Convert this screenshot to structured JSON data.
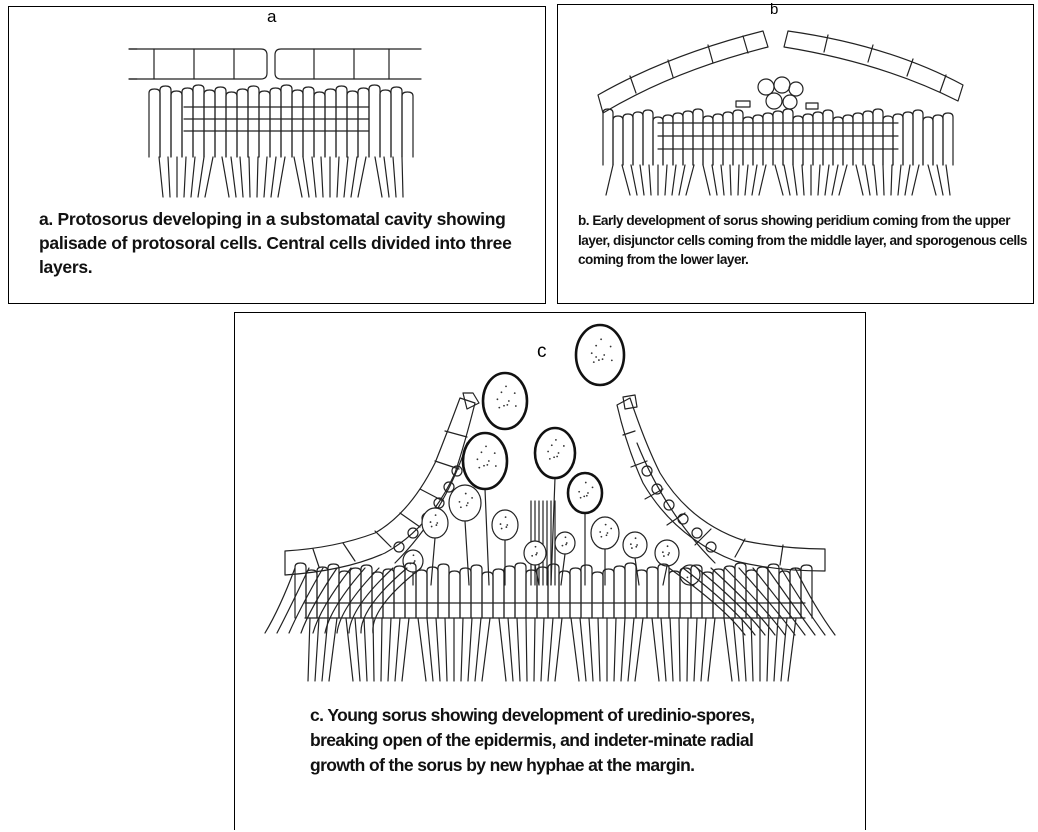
{
  "panels": {
    "a": {
      "letter": "a",
      "caption": "a. Protosorus developing in a substomatal cavity showing palisade of protosoral cells. Central cells divided into three layers."
    },
    "b": {
      "letter": "b",
      "caption": "b. Early development of sorus showing peridium coming from the upper layer, disjunctor cells coming from the middle layer, and sporogenous cells coming from the lower layer."
    },
    "c": {
      "letter": "c",
      "caption": "c. Young sorus showing development of uredinio-spores, breaking open of the epidermis, and indeter-minate radial growth of the sorus by new hyphae at the margin."
    }
  }
}
